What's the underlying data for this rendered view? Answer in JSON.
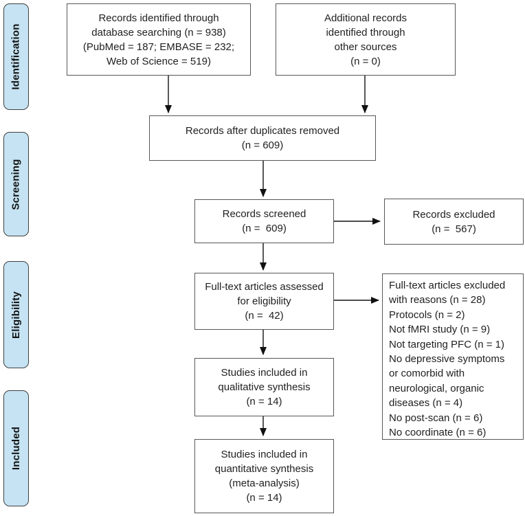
{
  "diagram": {
    "type": "PRISMA flow diagram",
    "colors": {
      "stage_fill": "#c5e3f3",
      "stage_border": "#3f3f3f",
      "box_border": "#565656",
      "arrow": "#111111",
      "text": "#212121"
    },
    "stages": [
      {
        "label": "Identification"
      },
      {
        "label": "Screening"
      },
      {
        "label": "Eligibility"
      },
      {
        "label": "Included"
      }
    ],
    "boxes": {
      "identified": {
        "lines": [
          "Records identified through",
          "database searching (n = 938)",
          "(PubMed = 187; EMBASE = 232;",
          "Web of Science = 519)"
        ]
      },
      "additional": {
        "lines": [
          "Additional records",
          "identified through",
          "other sources",
          "(n = 0)"
        ]
      },
      "duplicates_removed": {
        "lines": [
          "Records after duplicates removed",
          "(n = 609)"
        ]
      },
      "screened": {
        "lines": [
          "Records screened",
          "(n =  609)"
        ]
      },
      "records_excluded": {
        "lines": [
          "Records excluded",
          "(n =  567)"
        ]
      },
      "fulltext_assessed": {
        "lines": [
          "Full-text articles assessed",
          "for eligibility",
          "(n =  42)"
        ]
      },
      "fulltext_excluded": {
        "lines": [
          "Full-text articles excluded",
          "with reasons (n = 28)",
          "Protocols (n = 2)",
          "Not fMRI study (n = 9)",
          "Not targeting PFC (n = 1)",
          "No depressive symptoms",
          "or comorbid with",
          "neurological, organic",
          "diseases (n = 4)",
          "No post-scan (n = 6)",
          "No coordinate (n = 6)"
        ]
      },
      "qualitative": {
        "lines": [
          "Studies included in",
          "qualitative synthesis",
          "(n = 14)"
        ]
      },
      "quantitative": {
        "lines": [
          "Studies included in",
          "quantitative synthesis",
          "(meta-analysis)",
          "(n = 14)"
        ]
      }
    }
  }
}
